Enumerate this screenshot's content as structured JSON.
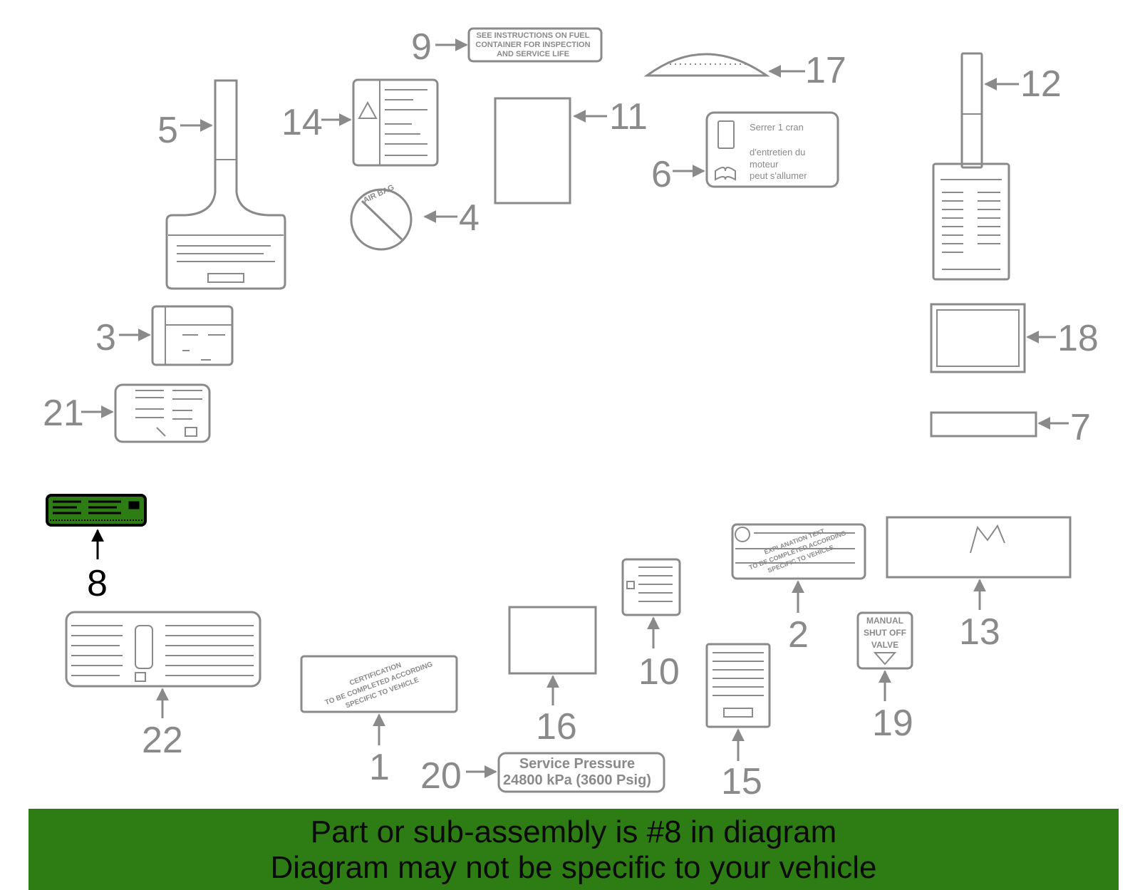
{
  "callouts": {
    "c1": "1",
    "c2": "2",
    "c3": "3",
    "c4": "4",
    "c5": "5",
    "c6": "6",
    "c7": "7",
    "c8": "8",
    "c9": "9",
    "c10": "10",
    "c11": "11",
    "c12": "12",
    "c13": "13",
    "c14": "14",
    "c15": "15",
    "c16": "16",
    "c17": "17",
    "c18": "18",
    "c19": "19",
    "c20": "20",
    "c21": "21",
    "c22": "22"
  },
  "labels": {
    "fuel_container_line1": "SEE INSTRUCTIONS ON FUEL",
    "fuel_container_line2": "CONTAINER FOR INSPECTION",
    "fuel_container_line3": "AND SERVICE LIFE",
    "french_line1": "Serrer 1 cran",
    "french_line2": "d'entretien du",
    "french_line3": "moteur",
    "french_line4": "peut s'allumer",
    "airbag_text": "AIR BAG",
    "manual_valve_line1": "MANUAL",
    "manual_valve_line2": "SHUT OFF",
    "manual_valve_line3": "VALVE",
    "service_pressure_line1": "Service Pressure",
    "service_pressure_line2": "24800 kPa (3600 Psig)",
    "label1_line1": "CERTIFICATION",
    "label1_line2": "TO BE COMPLETED ACCORDING",
    "label1_line3": "SPECIFIC TO VEHICLE",
    "label2_line1": "EXPLANATION TEXT",
    "label2_line2": "TO BE COMPLETED ACCORDING",
    "label2_line3": "SPECIFIC TO VEHICLE"
  },
  "highlight": {
    "part_number": "8",
    "fill": "#2e7d14"
  },
  "colors": {
    "line": "#8a8a8a",
    "callout_text": "#8a8a8a",
    "highlight_callout": "#000000",
    "banner": "#2e7d14"
  },
  "banner": {
    "line1": "Part or sub-assembly is #8 in diagram",
    "line2": "Diagram may not be specific to your vehicle"
  }
}
